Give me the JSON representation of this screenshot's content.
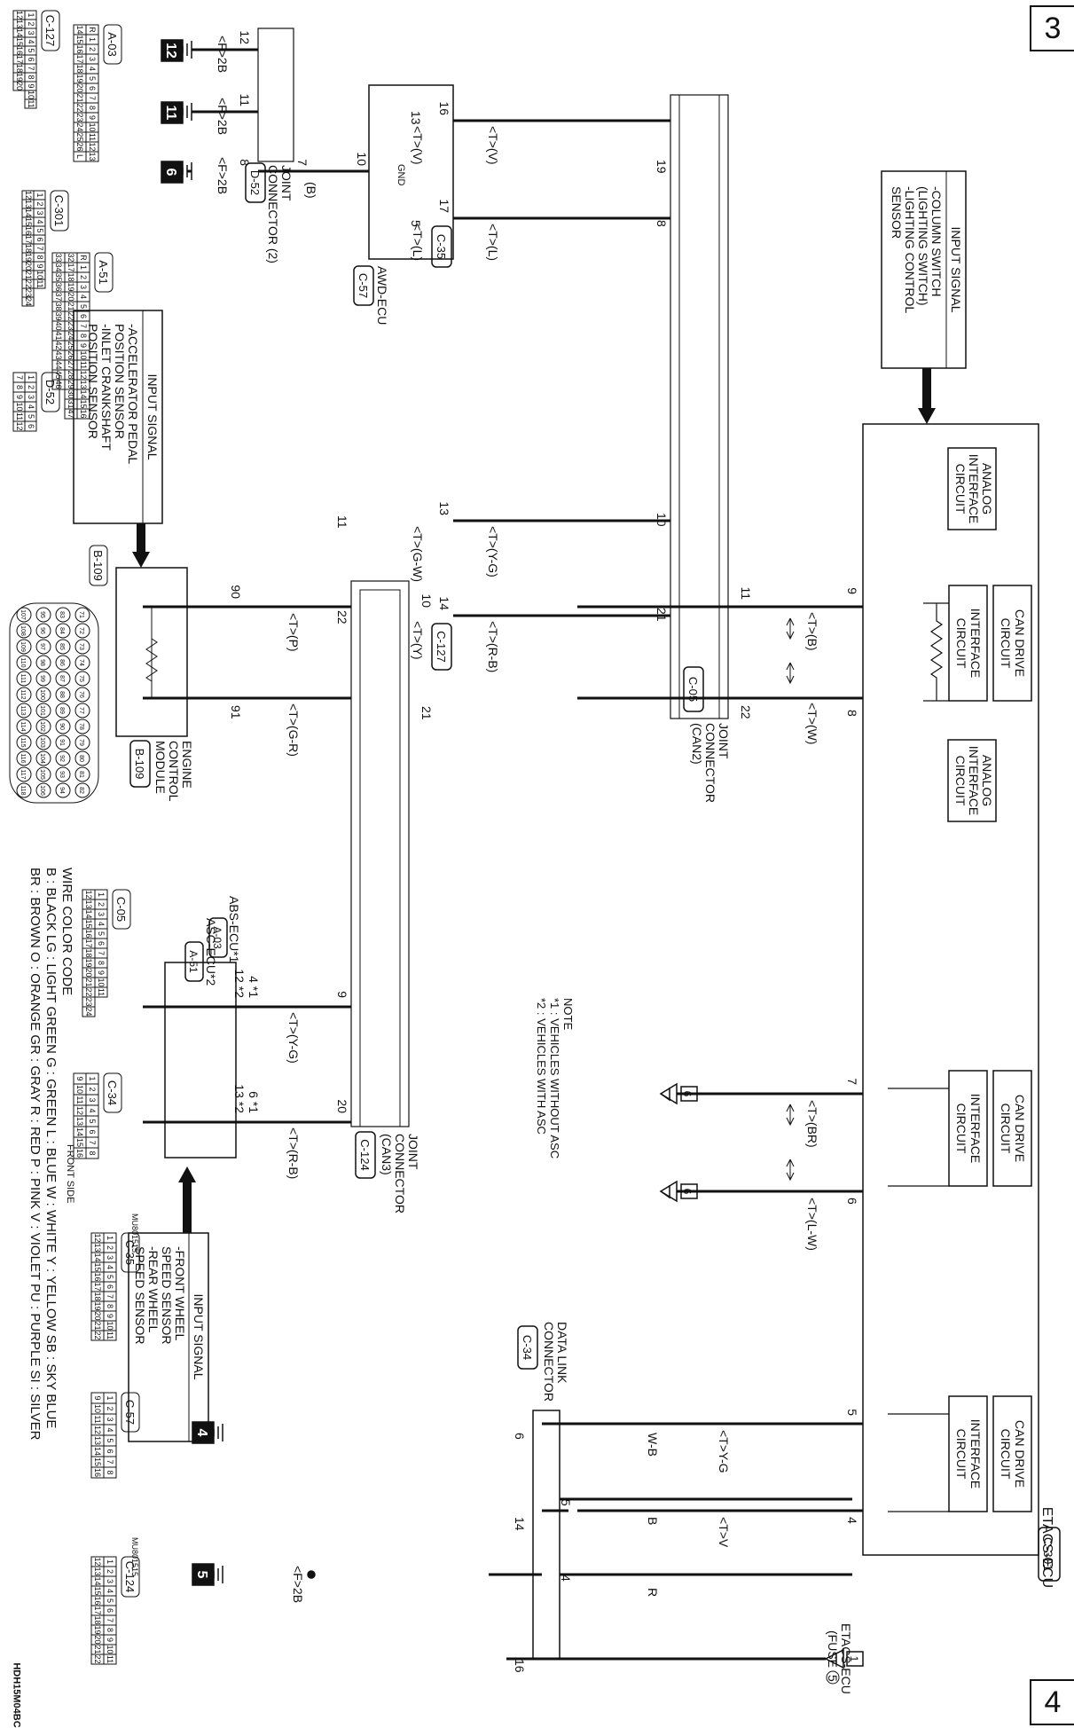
{
  "page": {
    "number_top": "3",
    "number_bottom": "4",
    "code": "HDH15M04BC"
  },
  "labels": {
    "etacs": "ETACS-ECU",
    "etacs_conn": "C-301",
    "input_signal_title": "INPUT SIGNAL",
    "input_signal_1": [
      "-COLUMN SWITCH",
      " (LIGHTING SWITCH)",
      "-LIGHTING CONTROL",
      " SENSOR"
    ],
    "input_signal_2": [
      "-ACCELERATOR PEDAL",
      " POSITION SENSOR",
      "-INLET CRANKSHAFT",
      " POSITION SENSOR"
    ],
    "input_signal_3": [
      "-FRONT WHEEL",
      " SPEED SENSOR",
      "-REAR WHEEL",
      " SPEED SENSOR"
    ],
    "analog": [
      "ANALOG",
      "INTERFACE",
      "CIRCUIT"
    ],
    "can_drive": [
      "CAN DRIVE",
      "CIRCUIT"
    ],
    "interface": [
      "INTERFACE",
      "CIRCUIT"
    ],
    "joint_can2": [
      "JOINT",
      "CONNECTOR",
      "(CAN2)"
    ],
    "joint_can2_conn": "C-05",
    "joint_can3": [
      "JOINT",
      "CONNECTOR",
      "(CAN3)"
    ],
    "joint_can3_conn": "C-124",
    "joint2": [
      "JOINT",
      "CONNECTOR (2)"
    ],
    "joint2_conn": "D-52",
    "awd": "AWD-ECU",
    "awd_conn": "C-57",
    "ecm": [
      "ENGINE",
      "CONTROL",
      "MODULE"
    ],
    "ecm_conn": "B-109",
    "abs": "ABS-ECU*1",
    "abs_conn": "A-03",
    "asc": "ASC-ECU*2",
    "asc_conn": "A-51",
    "dlc": [
      "DATA LINK",
      "CONNECTOR"
    ],
    "dlc_conn": "C-34",
    "etacs_fuse": [
      "ETACS-ECU",
      "(FUSE",
      ")"
    ],
    "fuse_num": "5",
    "gnd": "GND",
    "note_title": "NOTE",
    "note_1": "*1 : VEHICLES WITHOUT ASC",
    "note_2": "*2 : VEHICLES WITH ASC",
    "front_side": "FRONT SIDE",
    "part_no": "MU801515",
    "c35_conn": "C-35",
    "c127_conn": "C-127",
    "b109_conn_small": "B-109"
  },
  "wire_colors": {
    "title": "WIRE COLOR CODE",
    "rows": [
      "B : BLACK   LG : LIGHT GREEN   G : GREEN   L : BLUE   W : WHITE   Y : YELLOW   SB : SKY BLUE",
      "BR : BROWN   O : ORANGE   GR : GRAY   R : RED   P : PINK   V : VIOLET   PU : PURPLE   SI : SILVER"
    ]
  },
  "wires": {
    "w_b": "<T>(B)",
    "w_w": "<T>(W)",
    "w_v": "<T>(V)",
    "w_l": "<T>(L)",
    "w_yg": "<T>(Y-G)",
    "w_rb": "<T>(R-B)",
    "w_gw": "<T>(G-W)",
    "w_y": "<T>(Y)",
    "w_p": "<T>(P)",
    "w_gr": "<T>(G-R)",
    "w_br": "<T>(BR)",
    "w_lw": "<T>(L-W)",
    "w_yg2": "<T>Y-G",
    "w_v2": "<T>V",
    "w_f2b": "<F>2B",
    "w_wb": "W-B",
    "w_bk": "B",
    "w_r": "R",
    "w_b_gnd": "(B)"
  },
  "pins": {
    "etacs_9": "9",
    "etacs_8": "8",
    "etacs_7": "7",
    "etacs_6": "6",
    "etacs_5": "5",
    "etacs_4": "4",
    "j2_11": "11",
    "j2_22": "22",
    "j2_19": "19",
    "j2_8": "8",
    "j2_10": "10",
    "j2_21": "21",
    "awd_13": "13",
    "awd_5": "5",
    "c35_16": "16",
    "c35_17": "17",
    "c127_13": "13",
    "c127_14": "14",
    "j3_11": "11",
    "j3_22": "22",
    "j3_10": "10",
    "j3_21": "21",
    "ecm_90": "90",
    "ecm_91": "91",
    "j3_9": "9",
    "j3_20": "20",
    "abs_a": "4 *1",
    "abs_b": "12 *2",
    "abs_c": "6 *1",
    "abs_d": "13 *2",
    "dlc_6": "6",
    "dlc_14": "14",
    "dlc_5": "5",
    "dlc_4": "4",
    "dlc_16": "16",
    "jc_12": "12",
    "jc_11": "11",
    "jc_8": "8",
    "jc_7": "7",
    "awd_10": "10",
    "gnd6": "6",
    "fuse1": "1"
  },
  "grounds": {
    "g12": "12",
    "g11": "11",
    "g6": "6",
    "g4": "4",
    "g5": "5"
  },
  "connectors": {
    "a03": {
      "name": "A-03",
      "row1": [
        "R",
        "1",
        "2",
        "3",
        "4",
        "5",
        "6",
        "7",
        "8",
        "9",
        "10",
        "11",
        "12",
        "13"
      ],
      "row2": [
        "14",
        "15",
        "16",
        "17",
        "18",
        "19",
        "20",
        "21",
        "22",
        "23",
        "24",
        "25",
        "26",
        "L"
      ]
    },
    "c127": {
      "name": "C-127",
      "row1": [
        "1",
        "2",
        "3",
        "4",
        "5",
        "6",
        "7",
        "8",
        "9",
        "10",
        "11"
      ],
      "row2": [
        "12",
        "13",
        "14",
        "15",
        "16",
        "17",
        "18",
        "19",
        "20"
      ]
    },
    "c301": {
      "name": "C-301",
      "row1": [
        "1",
        "2",
        "3",
        "4",
        "5",
        "6",
        "7",
        "8",
        "9",
        "10",
        "11"
      ],
      "row2": [
        "12",
        "13",
        "14",
        "15",
        "16",
        "17",
        "18",
        "19",
        "20",
        "21",
        "22",
        "23",
        "24"
      ]
    },
    "a51": {
      "name": "A-51",
      "row1": [
        "R",
        "1",
        "2",
        "3",
        "4",
        "5",
        "6",
        "7",
        "8",
        "9",
        "10",
        "11",
        "12",
        "13",
        "14",
        "15",
        "16"
      ],
      "row2": [
        "32",
        "17",
        "18",
        "19",
        "20",
        "21",
        "22",
        "23",
        "24",
        "25",
        "26",
        "27",
        "28",
        "29",
        "30",
        "31",
        "47"
      ],
      "row3": [
        "33",
        "34",
        "35",
        "36",
        "37",
        "38",
        "39",
        "40",
        "41",
        "42",
        "43",
        "44",
        "45",
        "46"
      ]
    },
    "d52": {
      "name": "D-52",
      "row1": [
        "1",
        "2",
        "3",
        "4",
        "5",
        "6"
      ],
      "row2": [
        "7",
        "8",
        "9",
        "10",
        "11",
        "12"
      ]
    },
    "c05": {
      "name": "C-05",
      "row1": [
        "1",
        "2",
        "3",
        "4",
        "5",
        "6",
        "7",
        "8",
        "9",
        "10",
        "11"
      ],
      "row2": [
        "12",
        "13",
        "14",
        "15",
        "16",
        "17",
        "18",
        "19",
        "20",
        "21",
        "22",
        "23",
        "24"
      ]
    },
    "c34": {
      "name": "C-34",
      "row1": [
        "1",
        "2",
        "3",
        "4",
        "5",
        "6",
        "7",
        "8"
      ],
      "row2": [
        "9",
        "10",
        "11",
        "12",
        "13",
        "14",
        "15",
        "16"
      ]
    },
    "c35": {
      "name": "C-35",
      "row1": [
        "1",
        "2",
        "3",
        "4",
        "5",
        "6",
        "7",
        "8",
        "9",
        "10",
        "11"
      ],
      "row2": [
        "12",
        "13",
        "14",
        "15",
        "16",
        "17",
        "18",
        "19",
        "20",
        "21",
        "22"
      ]
    },
    "c57": {
      "name": "C-57",
      "row1": [
        "1",
        "2",
        "3",
        "4",
        "5",
        "6",
        "7",
        "8"
      ],
      "row2": [
        "9",
        "10",
        "11",
        "12",
        "13",
        "14",
        "15",
        "16"
      ]
    },
    "c124": {
      "name": "C-124",
      "row1": [
        "1",
        "2",
        "3",
        "4",
        "5",
        "6",
        "7",
        "8",
        "9",
        "10",
        "11"
      ],
      "row2": [
        "12",
        "13",
        "14",
        "15",
        "16",
        "17",
        "18",
        "19",
        "20",
        "21",
        "22"
      ]
    },
    "b109": {
      "name": "B-109",
      "cols": [
        [
          "71",
          "72",
          "73",
          "74",
          "75",
          "76",
          "77",
          "78",
          "79",
          "80",
          "81",
          "82"
        ],
        [
          "83",
          "84",
          "85",
          "86",
          "87",
          "88",
          "89",
          "90",
          "91",
          "92",
          "93",
          "94"
        ],
        [
          "95",
          "96",
          "97",
          "98",
          "99",
          "100",
          "101",
          "102",
          "103",
          "104",
          "105",
          "106"
        ],
        [
          "107",
          "108",
          "109",
          "110",
          "111",
          "112",
          "113",
          "114",
          "115",
          "116",
          "117",
          "118"
        ]
      ]
    }
  }
}
